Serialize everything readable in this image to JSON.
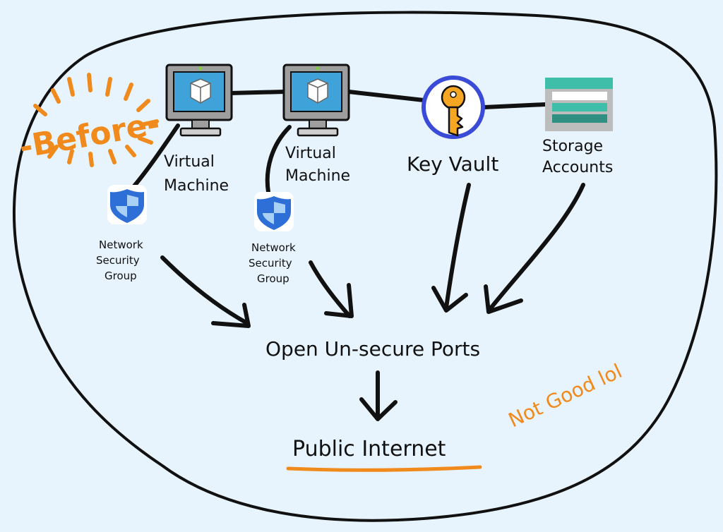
{
  "annotations": {
    "before": "-Before-",
    "not_good": "Not Good lol"
  },
  "nodes": {
    "vm1": {
      "label_line1": "Virtual",
      "label_line2": "Machine"
    },
    "vm2": {
      "label_line1": "Virtual",
      "label_line2": "Machine"
    },
    "key_vault": {
      "label": "Key Vault"
    },
    "storage": {
      "label_line1": "Storage",
      "label_line2": "Accounts"
    },
    "nsg1": {
      "label_line1": "Network",
      "label_line2": "Security",
      "label_line3": "Group"
    },
    "nsg2": {
      "label_line1": "Network",
      "label_line2": "Security",
      "label_line3": "Group"
    },
    "open_ports": {
      "label": "Open Un-secure Ports"
    },
    "public_internet": {
      "label": "Public Internet"
    }
  },
  "colors": {
    "background": "#e8f4fd",
    "accent_orange": "#f08a1c",
    "outline": "#111111",
    "monitor_screen": "#3fa3d9",
    "key_ring": "#3a4bd8",
    "key_gold": "#f5a623",
    "storage_teal": "#3fbfa9"
  },
  "icons": [
    "monitor-icon",
    "key-icon",
    "storage-icon",
    "shield-icon",
    "sun-rays-icon"
  ]
}
